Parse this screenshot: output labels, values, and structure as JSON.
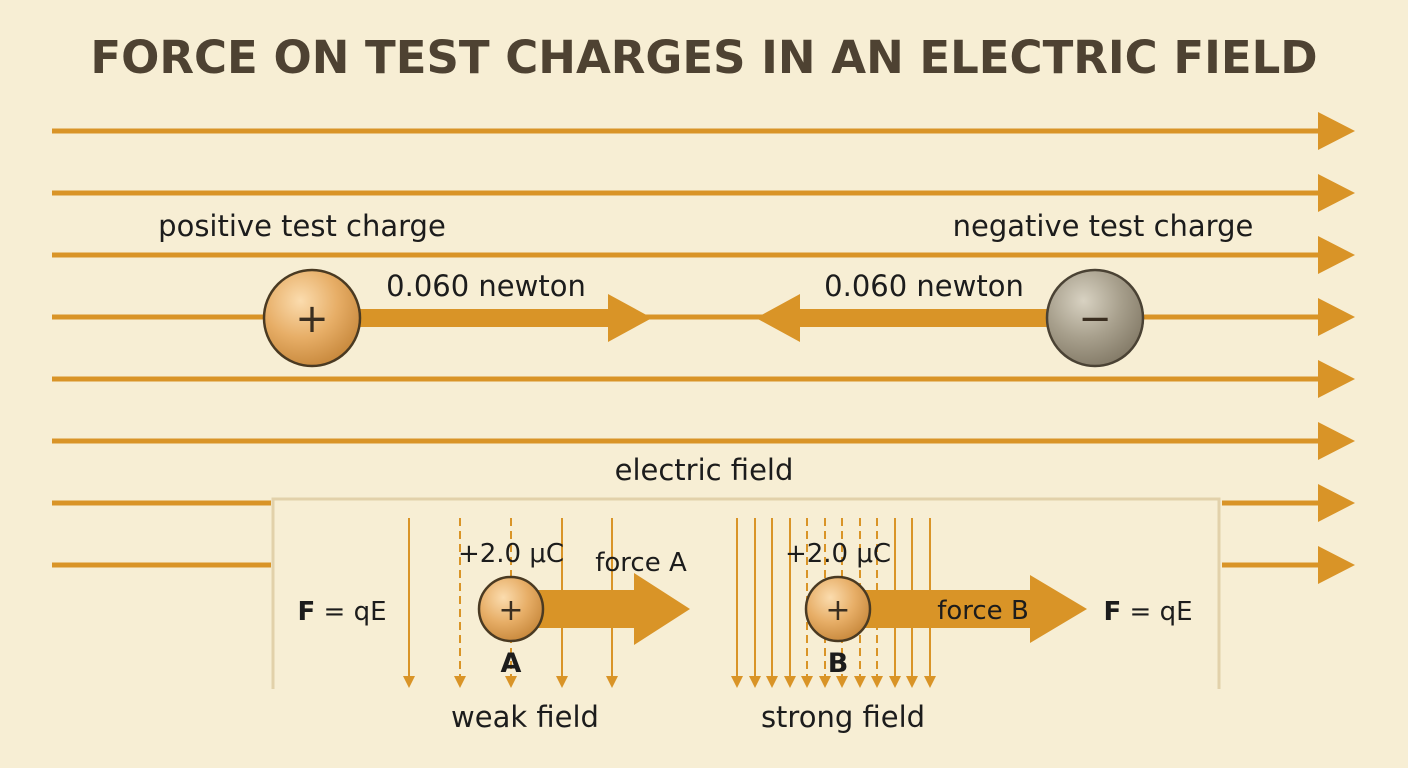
{
  "title": "FORCE ON TEST CHARGES IN AN ELECTRIC FIELD",
  "colors": {
    "background": "#f7eed4",
    "field_line": "#d99427",
    "title": "#4e4232",
    "positive_charge": "#e7ae67",
    "negative_charge": "#a8a08d",
    "panel_border": "#e2d1aa"
  },
  "field_label": "electric field",
  "positive_charge": {
    "label": "positive test charge",
    "symbol": "+",
    "force_label": "0.060 newton",
    "force_direction": "right"
  },
  "negative_charge": {
    "label": "negative test charge",
    "symbol": "−",
    "force_label": "0.060 newton",
    "force_direction": "left"
  },
  "comparison": {
    "left_formula": {
      "bold": "F",
      "rest": " = qE"
    },
    "right_formula": {
      "bold": "F",
      "rest": " = qE"
    },
    "charge_a": {
      "charge_label": "+2.0 μC",
      "force_label": "force A",
      "name": "A",
      "symbol": "+",
      "field_label": "weak field",
      "field_line_count": 5
    },
    "charge_b": {
      "charge_label": "+2.0 μC",
      "force_label": "force B",
      "name": "B",
      "symbol": "+",
      "field_label": "strong field",
      "field_line_count": 12
    }
  }
}
